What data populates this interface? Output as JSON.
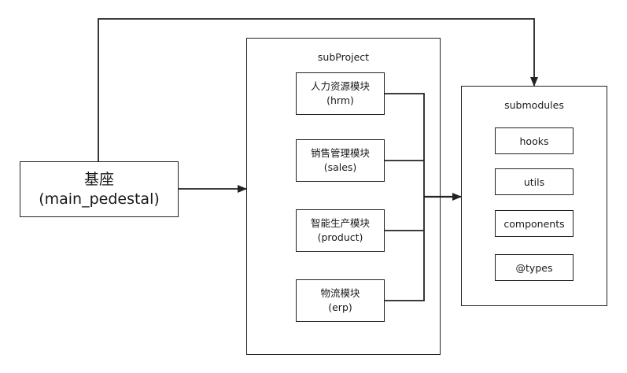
{
  "base": {
    "title": "基座",
    "subtitle": "(main_pedestal)"
  },
  "subproject": {
    "label": "subProject",
    "modules": [
      {
        "title": "人力资源模块",
        "subtitle": "(hrm)"
      },
      {
        "title": "销售管理模块",
        "subtitle": "(sales)"
      },
      {
        "title": "智能生产模块",
        "subtitle": "(product)"
      },
      {
        "title": "物流模块",
        "subtitle": "(erp)"
      }
    ]
  },
  "submodules": {
    "label": "submodules",
    "items": [
      "hooks",
      "utils",
      "components",
      "@types"
    ]
  },
  "colors": {
    "line": "#222222",
    "background": "#ffffff"
  }
}
